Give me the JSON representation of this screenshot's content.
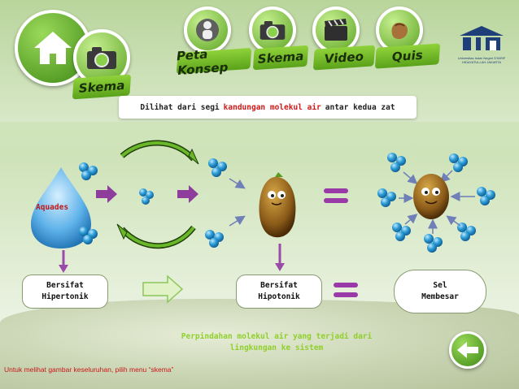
{
  "nav": {
    "home_icon": "home-icon",
    "current_section": "Skema",
    "menu": [
      {
        "label": "Peta Konsep",
        "icon": "gear-person-icon"
      },
      {
        "label": "Skema",
        "icon": "camera-icon"
      },
      {
        "label": "Video",
        "icon": "clapperboard-icon"
      },
      {
        "label": "Quis",
        "icon": "hand-icon"
      }
    ]
  },
  "logo": {
    "text": "Universitas Islam Negeri SYARIF HIDAYATULLAH JAKARTA"
  },
  "info": {
    "pre": "Dilihat dari segi",
    "highlight": "kandungan molekul air",
    "post": "antar kedua zat"
  },
  "diagram": {
    "aquades_label": "Aquades",
    "left_box": [
      "Bersifat",
      "Hipertonik"
    ],
    "middle_box": [
      "Bersifat",
      "Hipotonik"
    ],
    "right_box": [
      "Sel",
      "Membesar"
    ]
  },
  "note": "Perpindahan molekul air yang terjadi  dari lingkungan ke sistem",
  "footnote": "Untuk melihat gambar keseluruhan, pilih menu “skema”",
  "colors": {
    "accent_green": "#6ab82a",
    "highlight_red": "#d01818",
    "molecule_blue": "#2f9fd8",
    "arrow_purple": "#8e3d9c"
  }
}
